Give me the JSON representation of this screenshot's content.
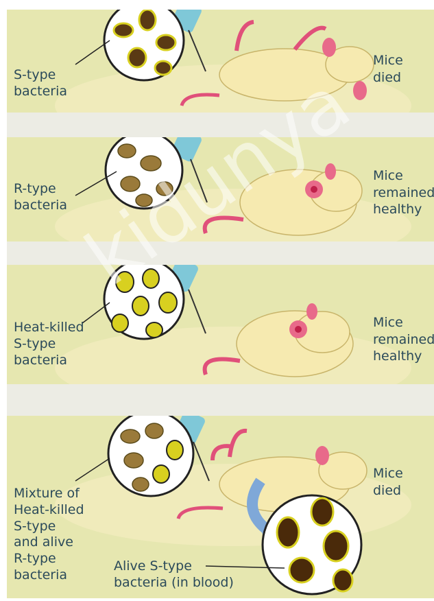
{
  "panels": [
    {
      "label": "S-type\nbacteria",
      "outcome": "Mice\ndied"
    },
    {
      "label": "R-type\nbacteria",
      "outcome": "Mice\nremained\nhealthy"
    },
    {
      "label": "Heat-killed\nS-type\nbacteria",
      "outcome": "Mice\nremained\nhealthy"
    },
    {
      "label": "Mixture of\nHeat-killed\nS-type\nand alive\nR-type\nbacteria",
      "outcome": "Mice\ndied",
      "blood_label": "Alive S-type\nbacteria (in blood)"
    }
  ],
  "watermark": "kidunya",
  "colors": {
    "panel_bg": "#e6e7b0",
    "text": "#2b4a5a",
    "mouse_body": "#f6eab0",
    "tail": "#e0507a",
    "bacteria_dark": "#5a3a14",
    "bacteria_rim": "#d8d020",
    "syringe": "#7fc8d8",
    "arrow": "#7fa8d8"
  },
  "icons": [
    "syringe-icon",
    "magnifier-circle-icon",
    "mouse-icon",
    "curved-arrow-icon"
  ]
}
